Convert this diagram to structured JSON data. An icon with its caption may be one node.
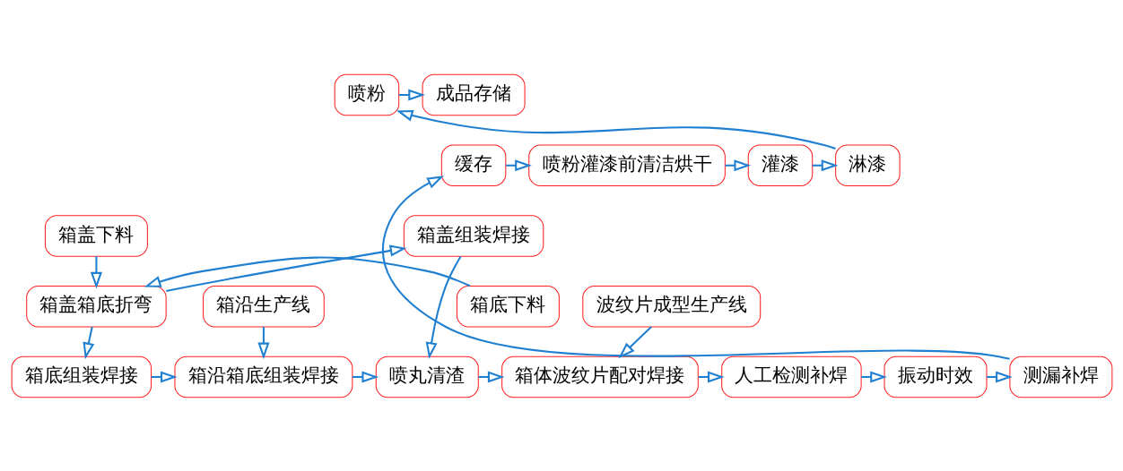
{
  "diagram": {
    "nodes": [
      {
        "text": [
          "成品存储"
        ]
      },
      {
        "text": [
          "喷粉"
        ]
      },
      {
        "text": [
          "缓存"
        ]
      },
      {
        "text": [
          "喷粉灌漆前清洁烘干"
        ]
      },
      {
        "text": [
          "灌漆"
        ]
      },
      {
        "text": [
          "淋漆"
        ]
      },
      {
        "text": [
          "箱盖组装焊接"
        ]
      },
      {
        "text": [
          "波纹片成型生产线"
        ]
      },
      {
        "text": [
          "箱沿生产线"
        ]
      },
      {
        "text": [
          "箱盖下料"
        ]
      },
      {
        "text": [
          "箱盖箱底折弯"
        ]
      },
      {
        "text": [
          "测漏补焊"
        ]
      },
      {
        "text": [
          "振动时效"
        ]
      },
      {
        "text": [
          "人工检测补焊"
        ]
      },
      {
        "text": [
          "箱体波纹片配对焊接"
        ]
      },
      {
        "text": [
          "喷丸清渣"
        ]
      },
      {
        "text": [
          "箱沿箱底组装焊接"
        ]
      },
      {
        "text": [
          "箱底组装焊接"
        ]
      },
      {
        "text": [
          "箱底下料"
        ]
      }
    ],
    "edges": [
      {
        "from": 1,
        "to": 0,
        "arrow": "to"
      },
      {
        "from": 2,
        "to": 3,
        "arrow": "to"
      },
      {
        "from": 3,
        "to": 4,
        "arrow": "to"
      },
      {
        "from": 4,
        "to": 5,
        "arrow": "to"
      },
      {
        "from": 5,
        "to": 1,
        "arrow": "to"
      },
      {
        "from": 11,
        "to": 2,
        "arrow": "to"
      },
      {
        "from": 6,
        "to": 15,
        "arrow": "to"
      },
      {
        "from": 7,
        "to": 14,
        "arrow": "to"
      },
      {
        "from": 8,
        "to": 16,
        "arrow": "to"
      },
      {
        "from": 9,
        "to": 10,
        "arrow": "to"
      },
      {
        "from": 18,
        "to": 10,
        "arrow": "to"
      },
      {
        "from": 10,
        "to": 6,
        "arrow": "to"
      },
      {
        "from": 10,
        "to": 17,
        "arrow": "to"
      },
      {
        "from": 17,
        "to": 16,
        "arrow": "to"
      },
      {
        "from": 16,
        "to": 15,
        "arrow": "to"
      },
      {
        "from": 15,
        "to": 14,
        "arrow": "to"
      },
      {
        "from": 14,
        "to": 13,
        "arrow": "to"
      },
      {
        "from": 13,
        "to": 12,
        "arrow": "to"
      },
      {
        "from": 12,
        "to": 11,
        "arrow": "to"
      }
    ]
  }
}
